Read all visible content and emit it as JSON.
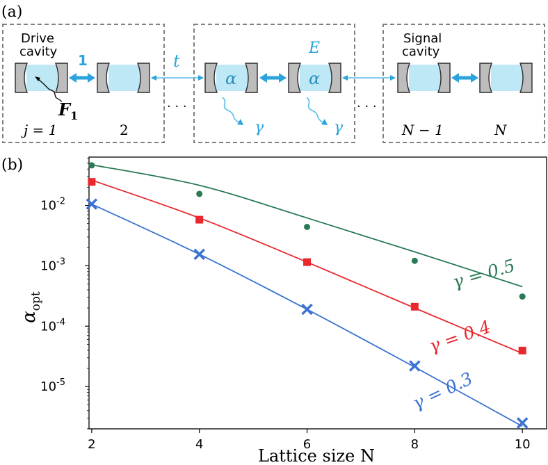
{
  "panel_a": {
    "label": "(a)",
    "left_box_title_line1": "Drive",
    "left_box_title_line2": "cavity",
    "right_box_title_line1": "Signal",
    "right_box_title_line2": "cavity",
    "coupling_unit": "1",
    "coupling_t": "t",
    "coupling_E": "E",
    "alpha": "α",
    "gamma": "γ",
    "drive": "F",
    "drive_sub": "1",
    "site_j1": "j = 1",
    "site_2": "2",
    "site_Nm1": "N − 1",
    "site_N": "N",
    "dots": "· · ·"
  },
  "panel_b": {
    "label": "(b)"
  },
  "chart_data": {
    "type": "scatter",
    "xlabel": "Lattice size N",
    "ylabel": "α",
    "ylabel_sub": "opt",
    "x_ticks": [
      2,
      4,
      6,
      8,
      10
    ],
    "xlim": [
      1.95,
      10.45
    ],
    "yscale": "log",
    "ylim_log10": [
      -5.7,
      -1.2
    ],
    "y_ticks": [
      {
        "value": 0.01,
        "base": "10",
        "exp": "-2"
      },
      {
        "value": 0.001,
        "base": "10",
        "exp": "-3"
      },
      {
        "value": 0.0001,
        "base": "10",
        "exp": "-4"
      },
      {
        "value": 1e-05,
        "base": "10",
        "exp": "-5"
      }
    ],
    "grid": false,
    "series": [
      {
        "name": "γ = 0.5",
        "label": "γ = 0.5",
        "color": "#2a7a55",
        "marker": "circle",
        "points": [
          [
            2,
            0.046
          ],
          [
            4,
            0.0155
          ],
          [
            6,
            0.0044
          ],
          [
            8,
            0.00121
          ],
          [
            10,
            0.00031
          ]
        ],
        "curve": [
          [
            2,
            0.047
          ],
          [
            4,
            0.0215
          ],
          [
            6,
            0.0062
          ],
          [
            8,
            0.0017
          ],
          [
            10,
            0.00045
          ]
        ]
      },
      {
        "name": "γ = 0.4",
        "label": "γ = 0.4",
        "color": "#e8282e",
        "marker": "square",
        "points": [
          [
            2,
            0.0245
          ],
          [
            4,
            0.0058
          ],
          [
            6,
            0.00115
          ],
          [
            8,
            0.00021
          ],
          [
            10,
            3.95e-05
          ]
        ],
        "curve": [
          [
            2,
            0.0262
          ],
          [
            4,
            0.0062
          ],
          [
            6,
            0.00115
          ],
          [
            8,
            0.0002
          ],
          [
            10,
            3.55e-05
          ]
        ]
      },
      {
        "name": "γ = 0.3",
        "label": "γ = 0.3",
        "color": "#3b73d1",
        "marker": "x",
        "points": [
          [
            2,
            0.0105
          ],
          [
            4,
            0.00155
          ],
          [
            6,
            0.00019
          ],
          [
            8,
            2.2e-05
          ],
          [
            10,
            2.5e-06
          ]
        ],
        "curve": [
          [
            2,
            0.0105
          ],
          [
            4,
            0.00155
          ],
          [
            6,
            0.00019
          ],
          [
            8,
            2.1e-05
          ],
          [
            10,
            2.2e-06
          ]
        ]
      }
    ]
  }
}
